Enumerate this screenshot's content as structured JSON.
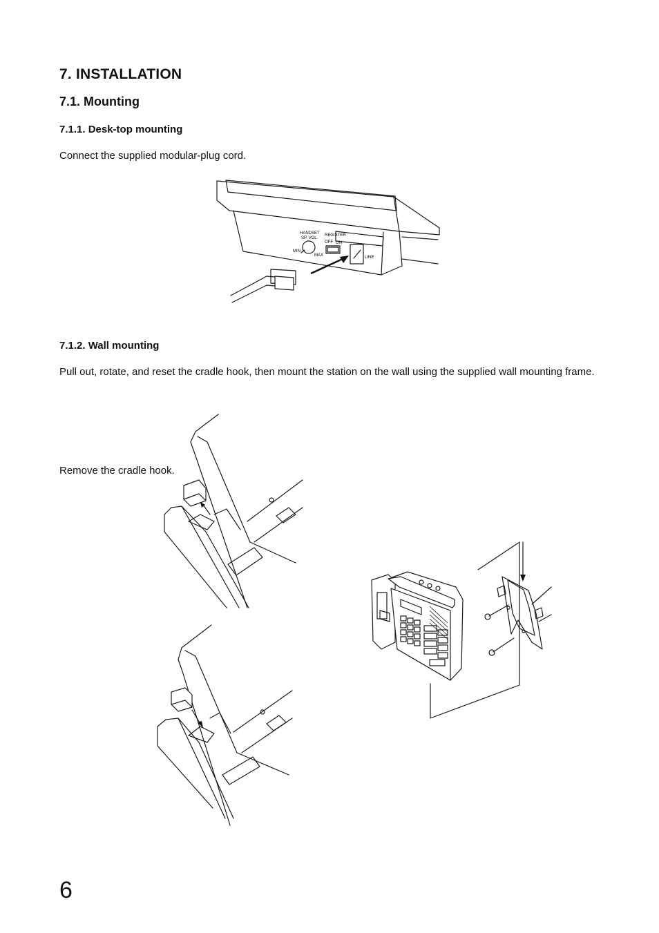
{
  "section_title": "7. INSTALLATION",
  "subsection_title": "7.1. Mounting",
  "desktop": {
    "heading": "7.1.1. Desk-top mounting",
    "text": "Connect the supplied modular-plug cord.",
    "panel_labels": {
      "handset": "HANDSET",
      "sp_vol": "SP. VOL.",
      "register": "REGISTER",
      "off": "OFF",
      "on": "ON",
      "min": "MIN",
      "max": "MAX",
      "line": "LINE"
    }
  },
  "wall": {
    "heading": "7.1.2. Wall mounting",
    "text": "Pull out, rotate, and reset the cradle hook, then mount the station on the wall using the supplied wall mounting frame.",
    "caption": "Remove the cradle hook."
  },
  "page_number": "6"
}
